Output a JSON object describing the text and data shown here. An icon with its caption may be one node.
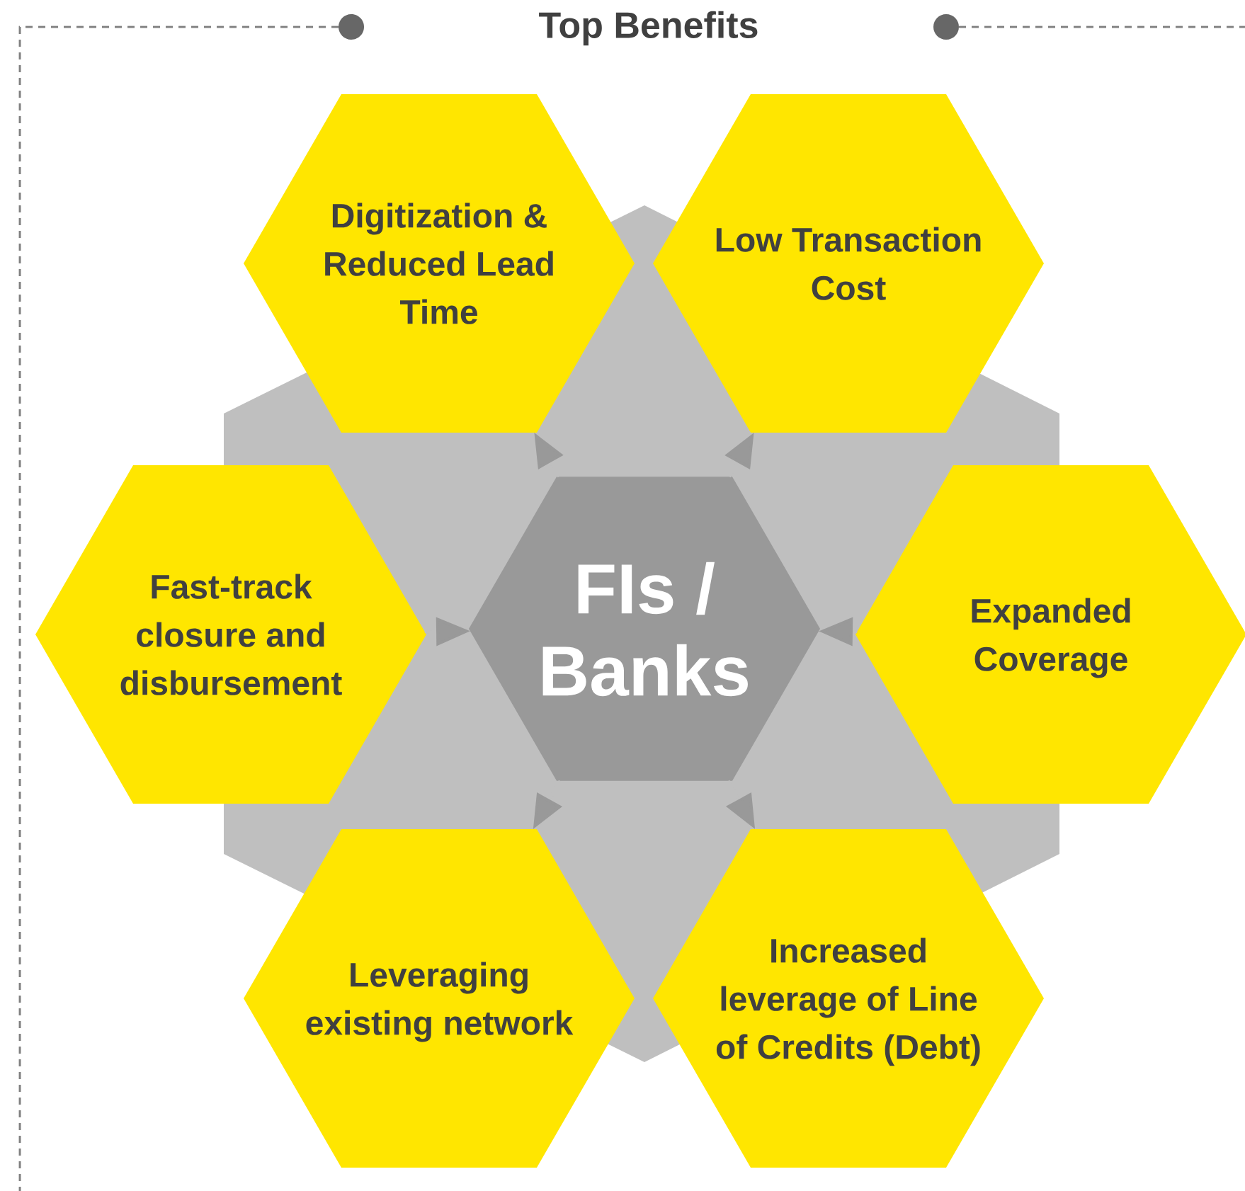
{
  "diagram": {
    "title": "Top Benefits",
    "nodes": [
      {
        "text": [
          "Digitization & Reduced Lead Time"
        ]
      },
      {
        "text": [
          "Low Transaction Cost"
        ]
      },
      {
        "text": [
          "Fast-track closure and disbursement"
        ]
      },
      {
        "text": [
          "FIs / Banks"
        ]
      },
      {
        "text": [
          "Expanded Coverage"
        ]
      },
      {
        "text": [
          "Leveraging existing network"
        ]
      },
      {
        "text": [
          "Increased leverage of Line of Credits (Debt)"
        ]
      }
    ],
    "edges": [
      {
        "from": 3,
        "to": 0,
        "arrow": "to"
      },
      {
        "from": 3,
        "to": 1,
        "arrow": "to"
      },
      {
        "from": 2,
        "to": 3,
        "arrow": "to"
      },
      {
        "from": 4,
        "to": 3,
        "arrow": "to"
      },
      {
        "from": 3,
        "to": 5,
        "arrow": "to"
      },
      {
        "from": 3,
        "to": 6,
        "arrow": "to"
      }
    ]
  }
}
